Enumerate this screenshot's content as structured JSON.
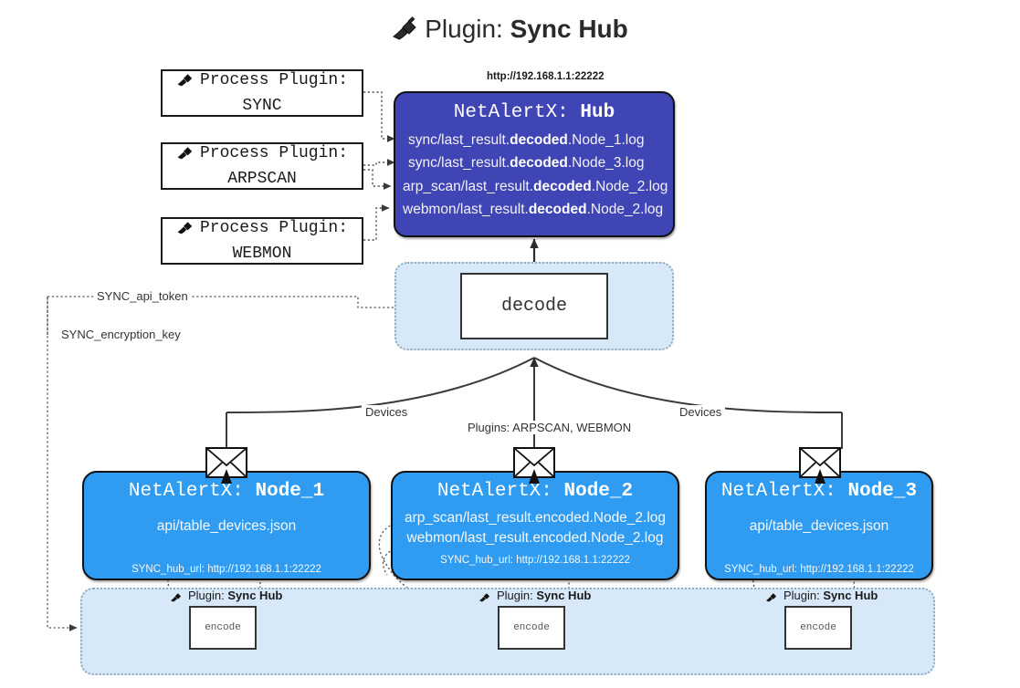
{
  "title": {
    "icon": "plug-icon",
    "label": "Plugin:",
    "name": "Sync Hub"
  },
  "process_plugins": [
    {
      "icon": "plug-icon",
      "line1": "Process Plugin:",
      "line2": "SYNC"
    },
    {
      "icon": "plug-icon",
      "line1": "Process Plugin:",
      "line2": "ARPSCAN"
    },
    {
      "icon": "plug-icon",
      "line1": "Process Plugin:",
      "line2": "WEBMON"
    }
  ],
  "hub": {
    "url": "http://192.168.1.1:22222",
    "app": "NetAlertX:",
    "name": "Hub",
    "logs": [
      {
        "pre": "sync/last_result.",
        "em": "decoded",
        "post": ".Node_1.log"
      },
      {
        "pre": "sync/last_result.",
        "em": "decoded",
        "post": ".Node_3.log"
      },
      {
        "pre": "arp_scan/last_result.",
        "em": "decoded",
        "post": ".Node_2.log"
      },
      {
        "pre": "webmon/last_result.",
        "em": "decoded",
        "post": ".Node_2.log"
      }
    ]
  },
  "decode": {
    "label": "decode"
  },
  "secrets": [
    {
      "label": "SYNC_api_token"
    },
    {
      "label": "SYNC_encryption_key"
    }
  ],
  "edge_labels": {
    "devices_left": "Devices",
    "devices_right": "Devices",
    "plugins_middle": "Plugins: ARPSCAN, WEBMON"
  },
  "nodes": [
    {
      "icon": "envelope-icon",
      "app": "NetAlertX:",
      "name": "Node_1",
      "lines": [
        "api/table_devices.json"
      ],
      "url": "SYNC_hub_url: http://192.168.1.1:22222"
    },
    {
      "icon": "envelope-icon",
      "app": "NetAlertX:",
      "name": "Node_2",
      "lines": [
        "arp_scan/last_result.encoded.Node_2.log",
        "webmon/last_result.encoded.Node_2.log"
      ],
      "url": "SYNC_hub_url: http://192.168.1.1:22222"
    },
    {
      "icon": "envelope-icon",
      "app": "NetAlertX:",
      "name": "Node_3",
      "lines": [
        "api/table_devices.json"
      ],
      "url": "SYNC_hub_url: http://192.168.1.1:22222"
    }
  ],
  "encoders": [
    {
      "icon": "plug-icon",
      "label": "Plugin:",
      "name": "Sync Hub",
      "box": "encode"
    },
    {
      "icon": "plug-icon",
      "label": "Plugin:",
      "name": "Sync Hub",
      "box": "encode"
    },
    {
      "icon": "plug-icon",
      "label": "Plugin:",
      "name": "Sync Hub",
      "box": "encode"
    }
  ],
  "colors": {
    "hub_fill": "#3f45b5",
    "node_fill": "#2f9cf2",
    "panel_fill": "#d7e8f8",
    "panel_border": "#8fa9bd",
    "stroke": "#333333"
  }
}
